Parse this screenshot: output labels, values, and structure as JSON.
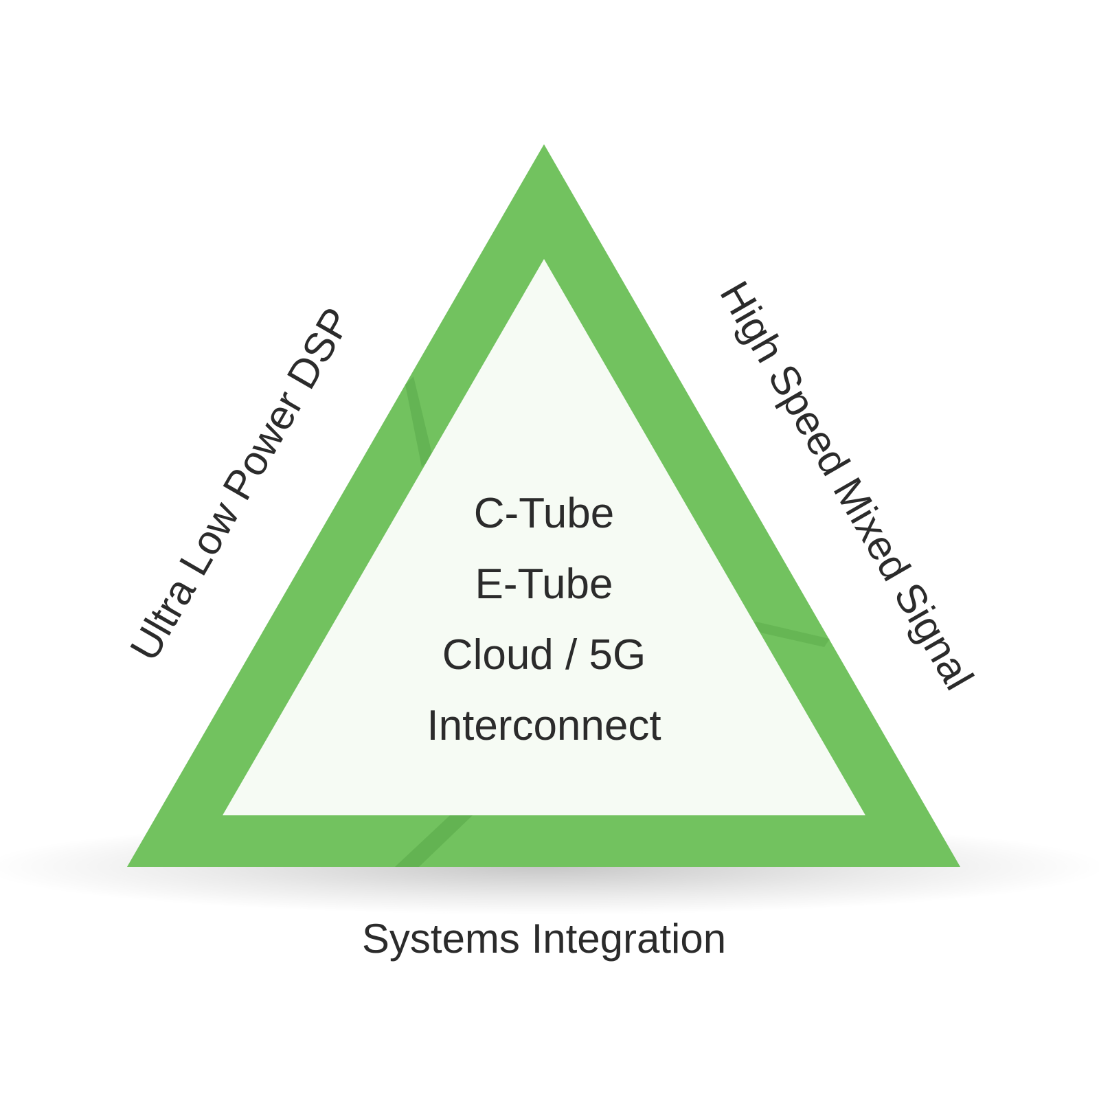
{
  "diagram": {
    "left_side_label": "Ultra Low Power DSP",
    "right_side_label": "High Speed Mixed Signal",
    "bottom_label": "Systems Integration",
    "center_items": [
      "C-Tube",
      "E-Tube",
      "Cloud / 5G",
      "Interconnect"
    ]
  },
  "colors": {
    "triangle_green": "#72c25f",
    "triangle_shade": "#5aa94a",
    "inner_fill": "#f6fbf4",
    "text": "#2b2b2b",
    "background": "#ffffff"
  }
}
